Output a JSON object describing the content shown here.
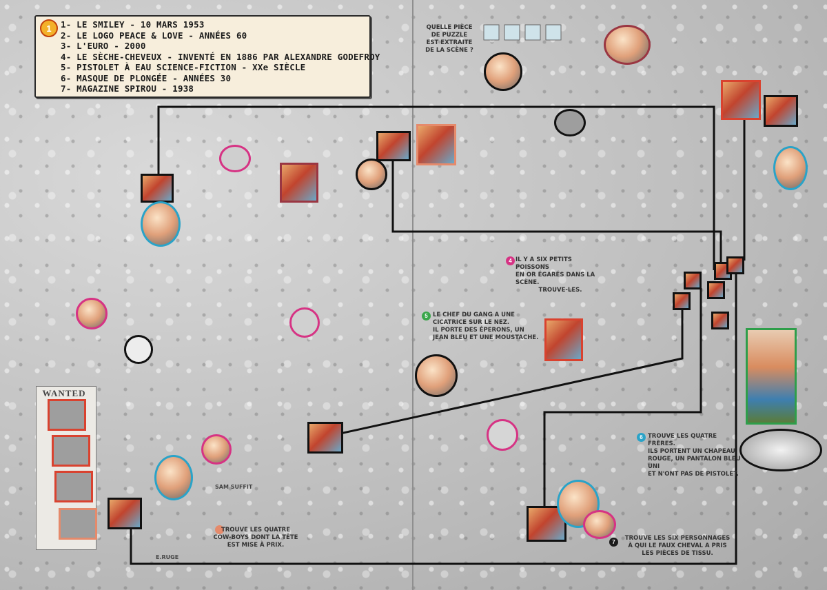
{
  "legend": {
    "number": "1",
    "items": [
      "1- LE SMILEY - 10 MARS 1953",
      "2- LE LOGO PEACE & LOVE - ANNÉES 60",
      "3- L'EURO - 2000",
      "4- LE SÈCHE-CHEVEUX - INVENTÉ EN 1886 PAR ALEXANDRE GODEFROY",
      "5- PISTOLET À EAU SCIENCE-FICTION - XXe SIÈCLE",
      "6- MASQUE DE PLONGÉE - ANNÉES 30",
      "7- MAGAZINE SPIROU - 1938"
    ]
  },
  "puzzles": [
    {
      "number": "",
      "lines": [
        "QUELLE PIÈCE",
        "DE PUZZLE",
        "EST EXTRAITE",
        "DE LA SCÈNE ?"
      ]
    },
    {
      "number": "4",
      "lines": [
        "IL Y A SIX PETITS POISSONS",
        "EN OR ÉGARÉS DANS LA SCÈNE.",
        "TROUVE-LES."
      ]
    },
    {
      "number": "5",
      "lines": [
        "LE CHEF DU GANG A UNE",
        "CICATRICE SUR LE NEZ.",
        "IL PORTE DES ÉPERONS, UN",
        "JEAN BLEU ET UNE MOUSTACHE."
      ]
    },
    {
      "number": "6",
      "lines": [
        "TROUVE LES QUATRE FRÈRES.",
        "ILS PORTENT UN CHAPEAU",
        "ROUGE, UN PANTALON BLEU UNI",
        "ET N'ONT PAS DE PISTOLET."
      ]
    },
    {
      "number": "7",
      "lines": [
        "TROUVE LES SIX PERSONNAGES",
        "À QUI LE FAUX CHEVAL A PRIS",
        "LES PIÈCES DE TISSU."
      ]
    },
    {
      "number": "",
      "lines": [
        "TROUVE LES QUATRE",
        "COW-BOYS DONT LA TÊTE",
        "EST MISE À PRIX."
      ]
    }
  ],
  "scene_labels": {
    "wanted": "WANTED",
    "sign": "SAM SUFFIT",
    "signature": "E.RUGE"
  },
  "colors": {
    "badge4": "#d63384",
    "badge5": "#3aa64a",
    "badge6": "#2aa3c8",
    "badge7": "#1b1b1b",
    "badge_cowboys": "#e58a6b"
  }
}
